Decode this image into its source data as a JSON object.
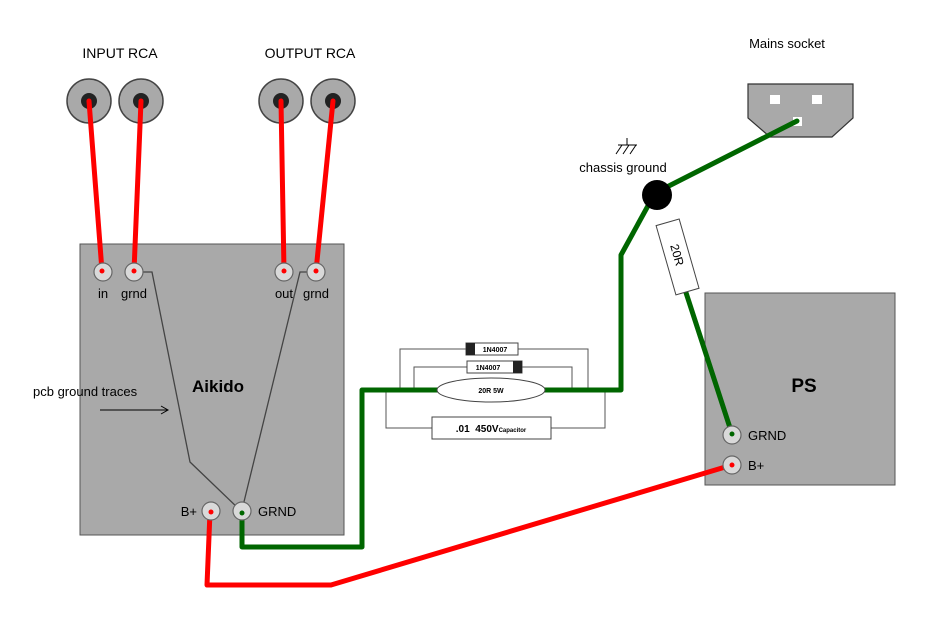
{
  "labels": {
    "input_rca": "INPUT RCA",
    "output_rca": "OUTPUT RCA",
    "mains_socket": "Mains socket",
    "chassis_ground": "chassis ground",
    "pcb_ground_traces": "pcb ground traces",
    "aikido": "Aikido",
    "ps": "PS",
    "pin_in": "in",
    "pin_grnd_in": "grnd",
    "pin_out": "out",
    "pin_grnd_out": "grnd",
    "aikido_bplus": "B+",
    "aikido_grnd": "GRND",
    "ps_grnd": "GRND",
    "ps_bplus": "B+",
    "diode_1": "1N4007",
    "diode_2": "1N4007",
    "resistor_loop": "20R 5W",
    "capacitor_value": ".01  450V",
    "capacitor_word": "Capacitor",
    "resistor_20r": "20R"
  },
  "colors": {
    "board": "#a9a9a9",
    "hot_wire": "#ff0000",
    "ground_wire": "#006600",
    "connector": "#d9d9d9"
  }
}
